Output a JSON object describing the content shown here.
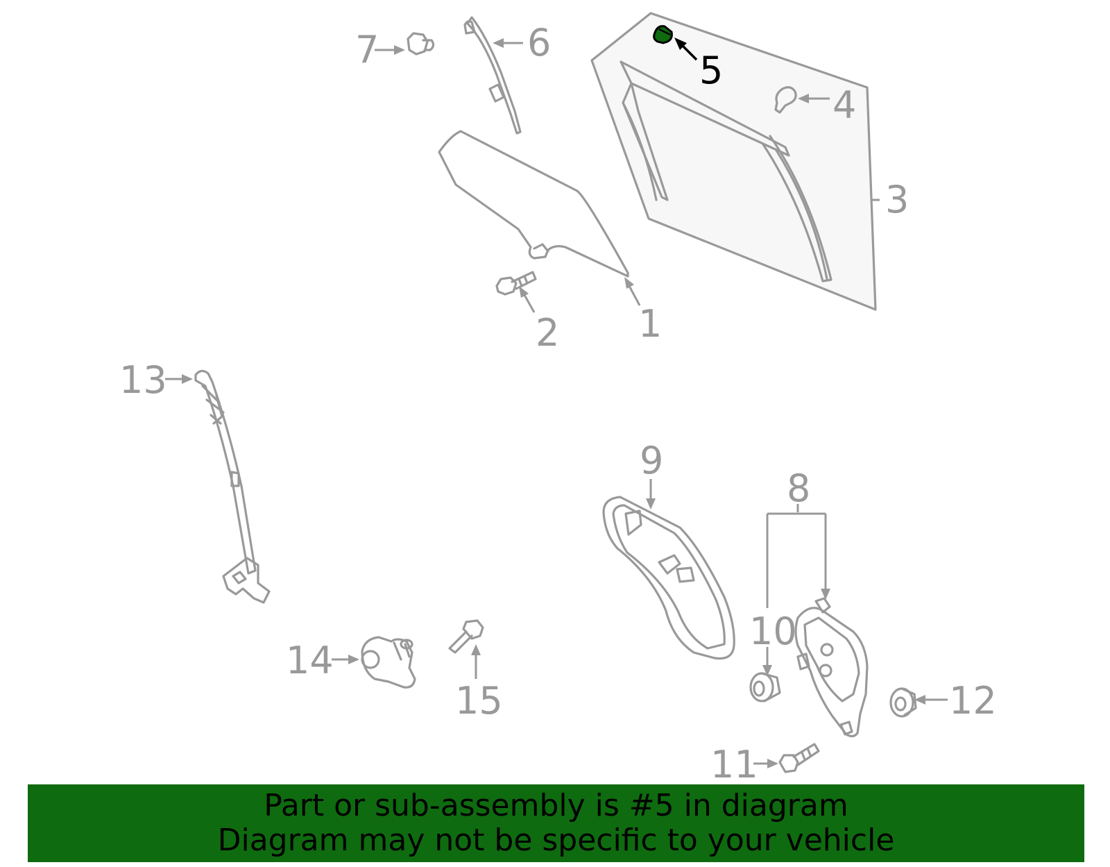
{
  "diagram": {
    "highlighted_part": "5",
    "highlight_color": "#0f6b0f",
    "line_color": "#999999",
    "callouts": {
      "c1": "1",
      "c2": "2",
      "c3": "3",
      "c4": "4",
      "c5": "5",
      "c6": "6",
      "c7": "7",
      "c8": "8",
      "c9": "9",
      "c10": "10",
      "c11": "11",
      "c12": "12",
      "c13": "13",
      "c14": "14",
      "c15": "15"
    }
  },
  "banner": {
    "line1": "Part or sub-assembly is #5 in diagram",
    "line2": "Diagram may not be specific to your vehicle",
    "background_color": "#0f6b0f"
  }
}
